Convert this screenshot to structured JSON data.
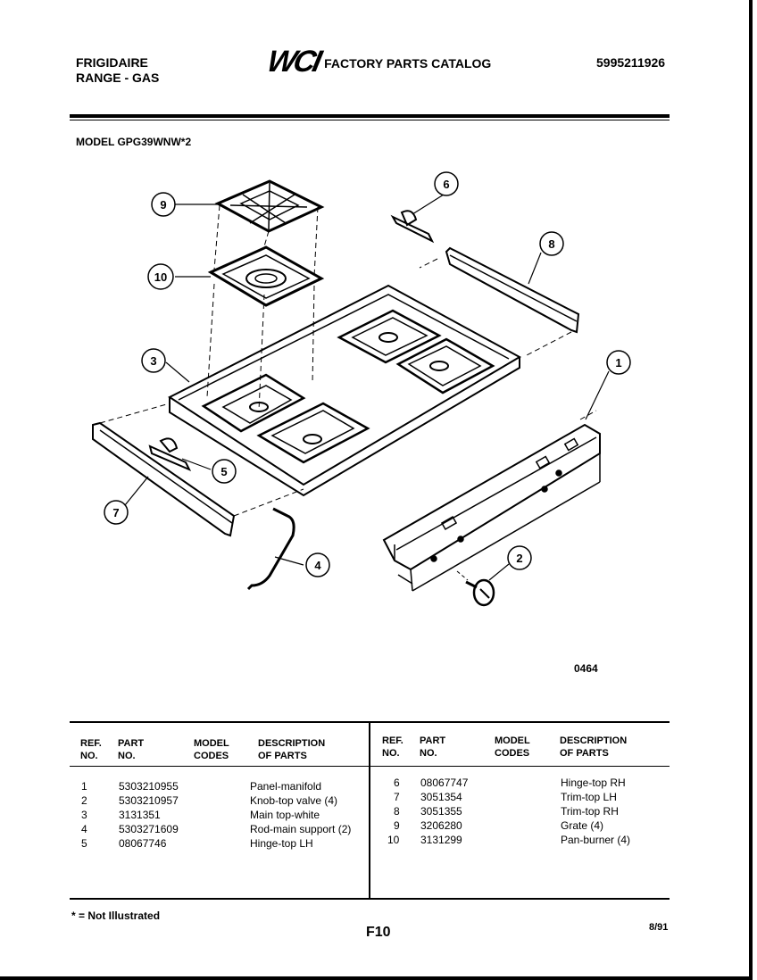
{
  "header": {
    "brand_line1": "FRIGIDAIRE",
    "brand_line2": "RANGE - GAS",
    "logo": "WCI",
    "catalog_title": "FACTORY PARTS CATALOG",
    "document_number": "5995211926"
  },
  "model_label": "MODEL GPG39WNW*2",
  "diagram": {
    "drawing_number": "0464",
    "callouts": [
      "9",
      "6",
      "8",
      "10",
      "3",
      "1",
      "5",
      "7",
      "4",
      "2"
    ]
  },
  "table": {
    "headers": {
      "ref_no_1": "REF.",
      "ref_no_2": "NO.",
      "part_no_1": "PART",
      "part_no_2": "NO.",
      "model_codes_1": "MODEL",
      "model_codes_2": "CODES",
      "description_1": "DESCRIPTION",
      "description_2": "OF PARTS"
    },
    "left": [
      {
        "ref": "1",
        "part": "5303210955",
        "codes": "",
        "desc": "Panel-manifold"
      },
      {
        "ref": "2",
        "part": "5303210957",
        "codes": "",
        "desc": "Knob-top valve (4)"
      },
      {
        "ref": "3",
        "part": "3131351",
        "codes": "",
        "desc": "Main top-white"
      },
      {
        "ref": "4",
        "part": "5303271609",
        "codes": "",
        "desc": "Rod-main support (2)"
      },
      {
        "ref": "5",
        "part": "08067746",
        "codes": "",
        "desc": "Hinge-top LH"
      }
    ],
    "right": [
      {
        "ref": "6",
        "part": "08067747",
        "codes": "",
        "desc": "Hinge-top RH"
      },
      {
        "ref": "7",
        "part": "3051354",
        "codes": "",
        "desc": "Trim-top LH"
      },
      {
        "ref": "8",
        "part": "3051355",
        "codes": "",
        "desc": "Trim-top RH"
      },
      {
        "ref": "9",
        "part": "3206280",
        "codes": "",
        "desc": "Grate (4)"
      },
      {
        "ref": "10",
        "part": "3131299",
        "codes": "",
        "desc": "Pan-burner (4)"
      }
    ]
  },
  "footer": {
    "footnote": "* = Not Illustrated",
    "page": "F10",
    "date": "8/91"
  }
}
